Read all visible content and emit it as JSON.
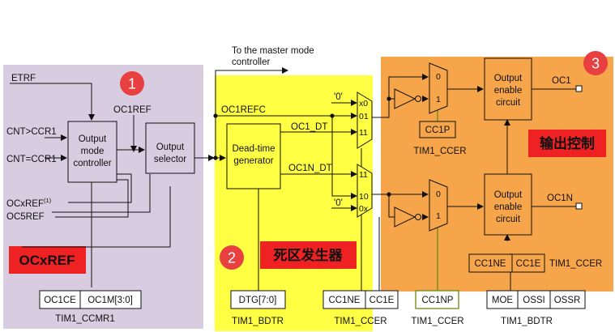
{
  "regions": {
    "ocxref": {
      "badge_number": "1",
      "tag_label": "OCxREF",
      "fill": "#d8cce0"
    },
    "deadtime": {
      "badge_number": "2",
      "tag_label": "死区发生器",
      "fill": "#ffff44"
    },
    "output_control": {
      "badge_number": "3",
      "tag_label": "输出控制",
      "fill": "#f7a54a"
    }
  },
  "colors": {
    "tag_red": "#ee2222",
    "badge_red": "#e84040",
    "green_wire": "#6a8a10",
    "line": "#111111"
  },
  "inputs": {
    "etrf": "ETRF",
    "cnt_gt_ccr1": "CNT>CCR1",
    "cnt_eq_ccr1": "CNT=CCR1",
    "ocxref": "OCxREF",
    "ocxref_note": "(1)",
    "oc5ref": "OC5REF"
  },
  "blocks": {
    "output_mode_controller": [
      "Output",
      "mode",
      "controller"
    ],
    "output_selector": [
      "Output",
      "selector"
    ],
    "dead_time_generator": [
      "Dead-time",
      "generator"
    ],
    "output_enable_top": [
      "Output",
      "enable",
      "circuit"
    ],
    "output_enable_bottom": [
      "Output",
      "enable",
      "circuit"
    ]
  },
  "signals": {
    "oc1ref": "OC1REF",
    "oc1refc": "OC1REFC",
    "master_mode": [
      "To the master mode",
      "controller"
    ],
    "oc1_dt": "OC1_DT",
    "oc1n_dt": "OC1N_DT",
    "zero": "'0'",
    "oc1": "OC1",
    "oc1n": "OC1N"
  },
  "mux": {
    "top_inputs": [
      "x0",
      "01",
      "11"
    ],
    "bottom_inputs": [
      "11",
      "10",
      "0x"
    ],
    "polarity_inputs": [
      "0",
      "1"
    ]
  },
  "registers": {
    "ccmr1": {
      "fields": [
        "OC1CE",
        "OC1M[3:0]"
      ],
      "name": "TIM1_CCMR1"
    },
    "bdtr_dtg": {
      "fields": [
        "DTG[7:0]"
      ],
      "name": "TIM1_BDTR"
    },
    "ccer_mid": {
      "fields": [
        "CC1NE",
        "CC1E"
      ],
      "name": "TIM1_CCER"
    },
    "ccer_cc1p": {
      "fields": [
        "CC1P"
      ],
      "name": "TIM1_CCER"
    },
    "ccer_cc1np": {
      "fields": [
        "CC1NP"
      ],
      "name": "TIM1_CCER"
    },
    "bdtr_out": {
      "fields": [
        "MOE",
        "OSSI",
        "OSSR"
      ],
      "name": "TIM1_BDTR"
    },
    "ccer_right": {
      "fields": [
        "CC1NE",
        "CC1E"
      ],
      "name": "TIM1_CCER"
    }
  }
}
